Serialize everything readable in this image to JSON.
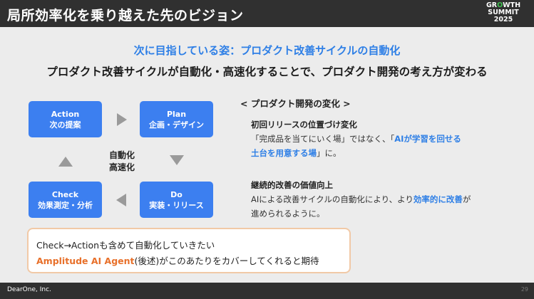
{
  "header": {
    "title": "局所効率化を乗り越えた先のビジョン",
    "logo": {
      "line1_a": "GR",
      "line1_accent": "O",
      "line1_b": "WTH",
      "line2": "SUMMIT",
      "line3": "2025"
    }
  },
  "main": {
    "subtitle": "次に目指している姿：プロダクト改善サイクルの自動化",
    "lead": "プロダクト改善サイクルが自動化・高速化することで、プロダクト開発の考え方が変わる"
  },
  "cycle": {
    "boxes": [
      {
        "name": "Action",
        "desc": "次の提案"
      },
      {
        "name": "Plan",
        "desc": "企画・デザイン"
      },
      {
        "name": "Check",
        "desc": "効果測定・分析"
      },
      {
        "name": "Do",
        "desc": "実装・リリース"
      }
    ],
    "center_line1": "自動化",
    "center_line2": "高速化"
  },
  "changes": {
    "title": "< プロダクト開発の変化 >",
    "item1": {
      "heading": "初回リリースの位置づけ変化",
      "p1": "「完成品を当てにいく場」ではなく、「",
      "p2": "AIが学習を回せる",
      "p3": "土台を用意する場",
      "p4": "」に。"
    },
    "item2": {
      "heading": "継続的改善の価値向上",
      "p1": "AIによる改善サイクルの自動化により、より",
      "p2": "効率的に改善",
      "p3": "が",
      "p4": "進められるように。"
    }
  },
  "callout": {
    "line1": "Check→Actionも含めて自動化していきたい",
    "line2_highlight": "Amplitude AI Agent",
    "line2_rest": "(後述)がこのあたりをカバーしてくれると期待"
  },
  "footer": {
    "company": "DearOne, Inc.",
    "page": "29"
  },
  "colors": {
    "accent_blue": "#3c7ff0",
    "text_blue": "#2e7fe6",
    "orange": "#e8702a",
    "dark_bar": "#303030"
  }
}
